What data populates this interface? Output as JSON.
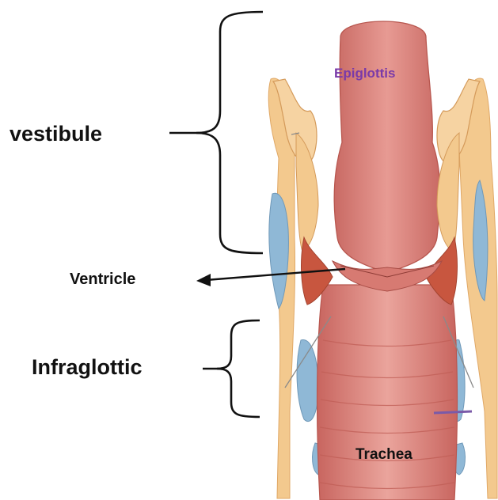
{
  "labels": {
    "vestibule": "vestibule",
    "ventricle": "Ventricle",
    "infraglottic": "Infraglottic",
    "epiglottis": "Epiglottis",
    "trachea": "Trachea"
  },
  "colors": {
    "mucosa": "#d9827c",
    "mucosa_light": "#ecaaa2",
    "fat": "#f3c98e",
    "cartilage": "#8fb8d6",
    "muscle": "#c8563f",
    "epiglottis_text": "#7a3aa8",
    "ink": "#111111"
  }
}
